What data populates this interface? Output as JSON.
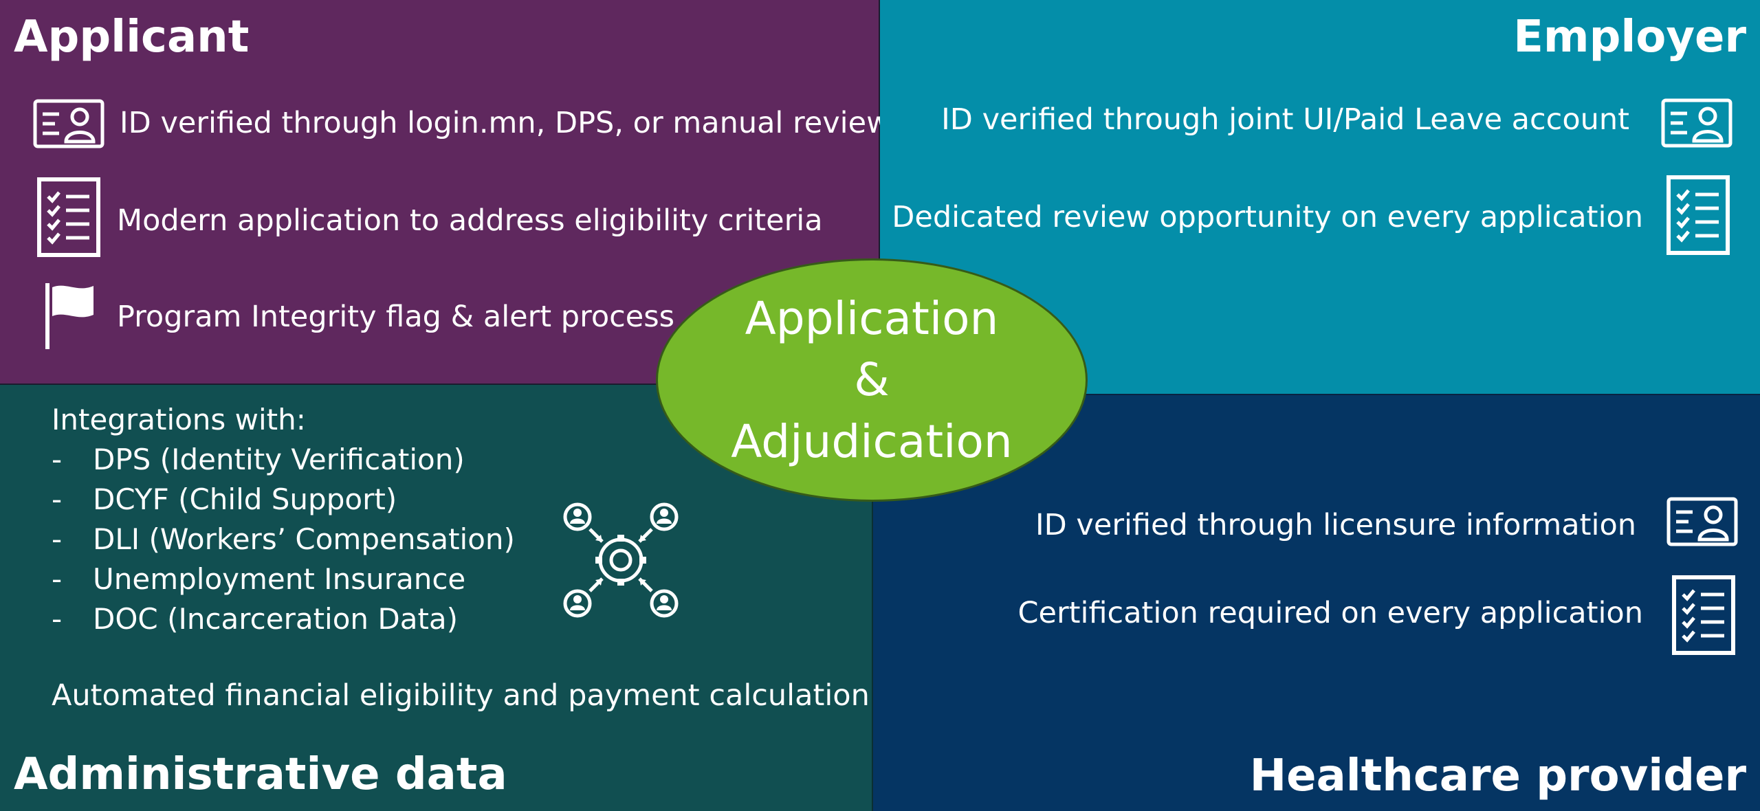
{
  "applicant": {
    "title": "Applicant",
    "items": [
      {
        "text": "ID verified through login.mn, DPS, or manual review",
        "icon": "id-card-icon"
      },
      {
        "text": "Modern application to address eligibility criteria",
        "icon": "checklist-icon"
      },
      {
        "text": "Program Integrity flag & alert process",
        "icon": "flag-icon"
      }
    ]
  },
  "employer": {
    "title": "Employer",
    "items": [
      {
        "text": "ID verified through joint UI/Paid Leave account",
        "icon": "id-card-icon"
      },
      {
        "text": "Dedicated review opportunity on every application",
        "icon": "checklist-icon"
      }
    ]
  },
  "center": {
    "line1": "Application",
    "line2": "&",
    "line3": "Adjudication"
  },
  "admin": {
    "title": "Administrative data",
    "integrations_heading": "Integrations with:",
    "integrations": [
      "DPS (Identity Verification)",
      "DCYF (Child Support)",
      "DLI (Workers’ Compensation)",
      "Unemployment Insurance",
      "DOC (Incarceration Data)"
    ],
    "dash": "-",
    "footer": "Automated financial eligibility and payment calculation",
    "icon": "integration-network-icon"
  },
  "healthcare": {
    "title": "Healthcare provider",
    "items": [
      {
        "text": "ID verified through licensure information",
        "icon": "id-card-icon"
      },
      {
        "text": "Certification required on every application",
        "icon": "checklist-icon"
      }
    ]
  },
  "colors": {
    "applicant": "#5f285e",
    "employer": "#048ea9",
    "admin": "#114f51",
    "healthcare": "#053563",
    "center": "#76b82a"
  }
}
